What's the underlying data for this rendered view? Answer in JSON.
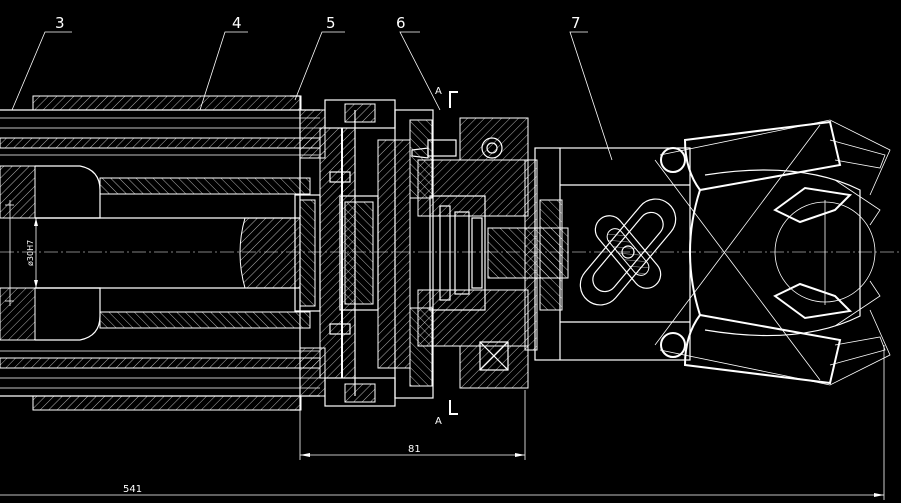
{
  "drawing": {
    "part_labels": [
      "3",
      "4",
      "5",
      "6",
      "7"
    ],
    "section_marks": [
      "A",
      "A"
    ],
    "dimensions": {
      "inner_length": "81",
      "overall_length": "541",
      "bore_diameter": "ø30H7"
    }
  }
}
